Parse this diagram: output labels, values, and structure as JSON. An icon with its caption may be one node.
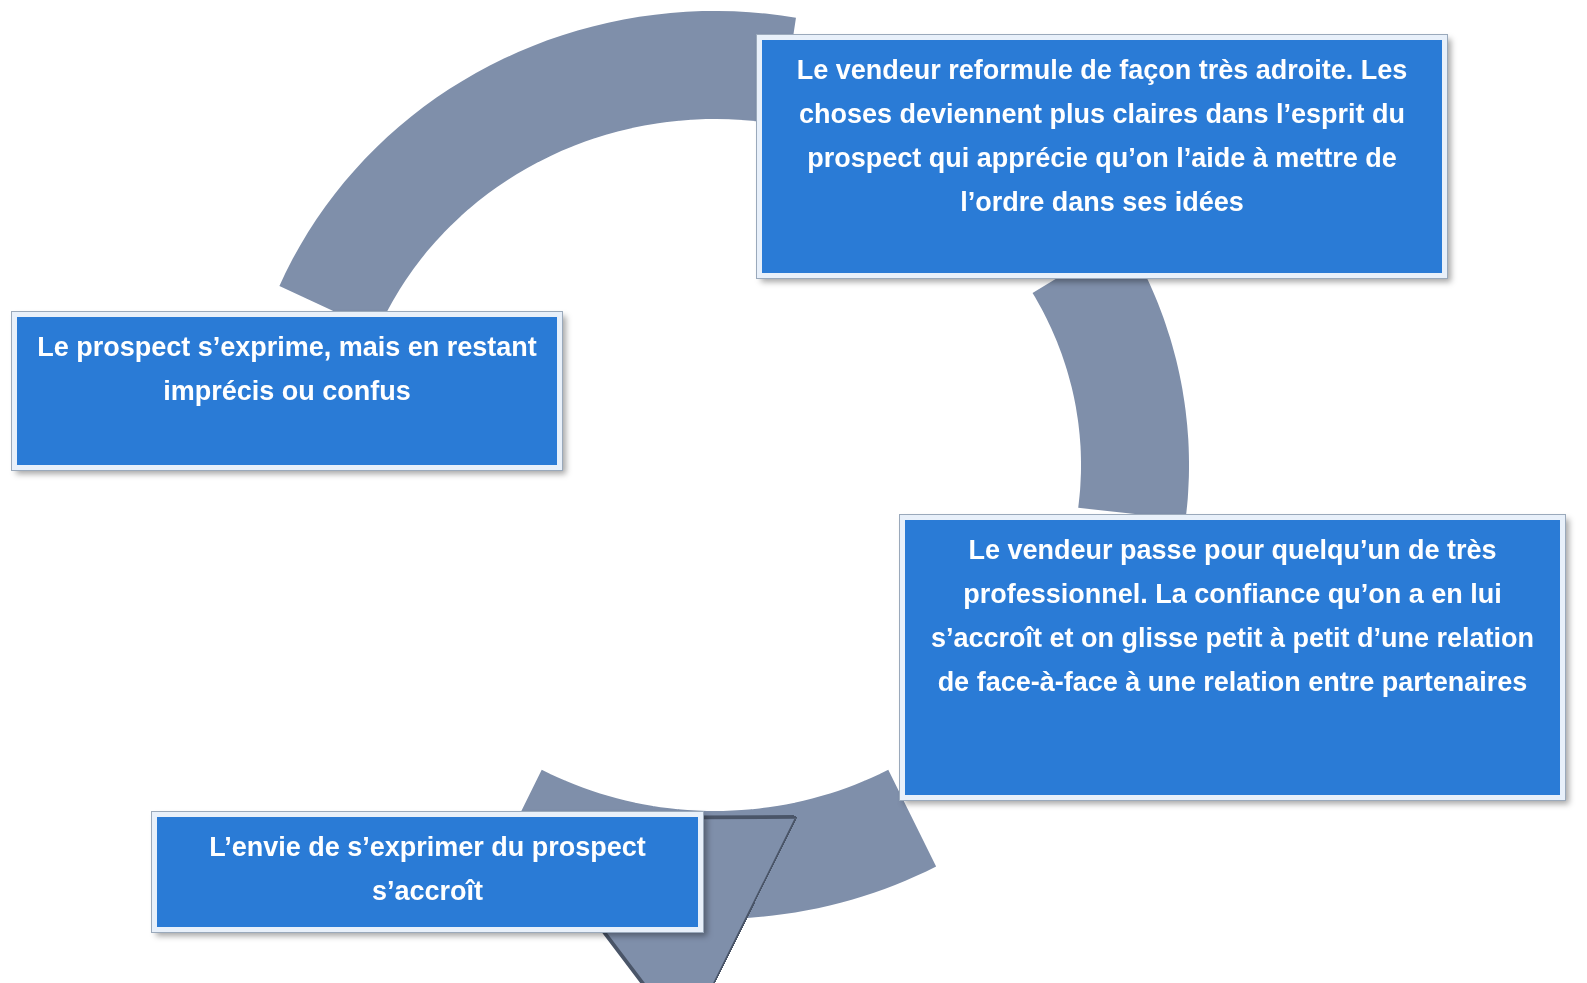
{
  "diagram": {
    "nodes": [
      {
        "text": [
          "Le prospect s’exprime, mais en restant imprécis ou confus"
        ]
      },
      {
        "text": [
          "Le vendeur reformule de façon très adroite. Les choses deviennent plus claires dans l’esprit du prospect qui apprécie qu’on l’aide à mettre de l’ordre dans ses idées"
        ]
      },
      {
        "text": [
          "Le vendeur passe pour quelqu’un de très professionnel. La confiance qu’on a en lui s’accroît et on glisse petit à petit d’une relation de face-à-face à une relation entre partenaires"
        ]
      },
      {
        "text": [
          "L’envie de s’exprimer du prospect s’accroît"
        ]
      }
    ],
    "edges": [
      {
        "from": 0,
        "to": 1,
        "arrow": "none"
      },
      {
        "from": 1,
        "to": 2,
        "arrow": "none"
      },
      {
        "from": 2,
        "to": 3,
        "arrow": "to"
      }
    ]
  }
}
